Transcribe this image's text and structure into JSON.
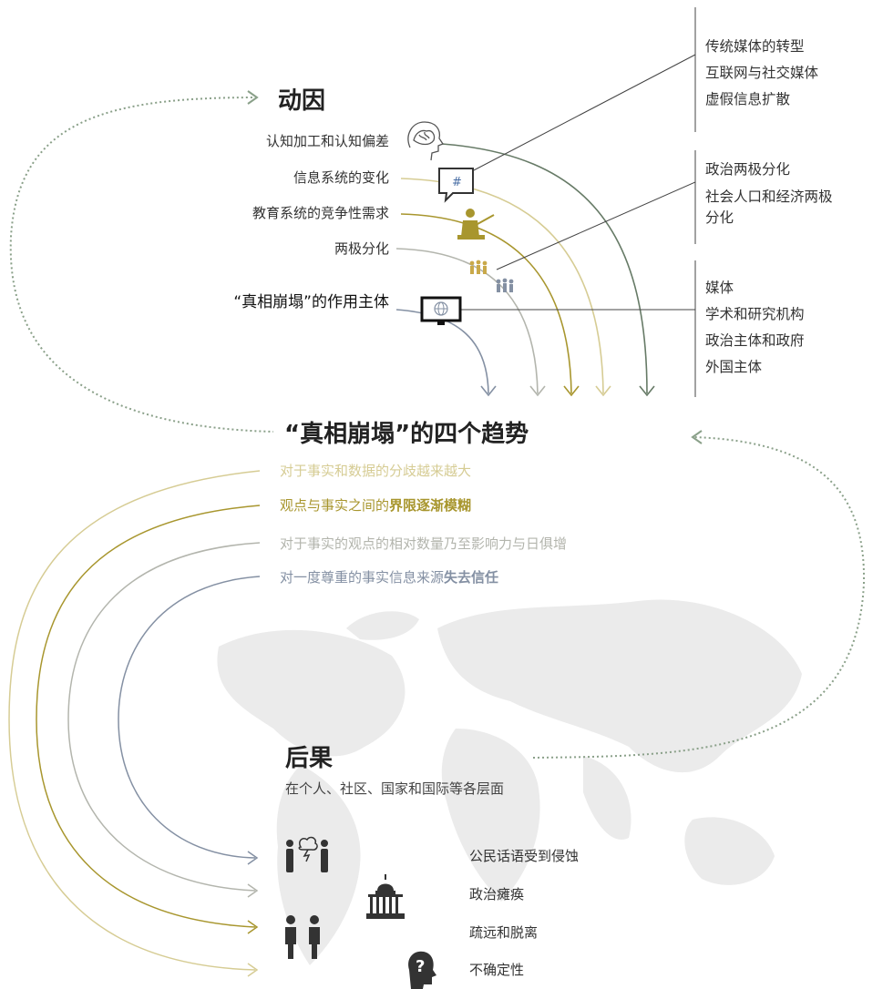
{
  "colors": {
    "dark_green": "#667a66",
    "light_gold": "#d6cc94",
    "olive": "#a8962e",
    "grey": "#b3b5ad",
    "blue_grey": "#8490a3",
    "dotted": "#8aa089",
    "map": "#ebebeb"
  },
  "drivers": {
    "title": "动因",
    "items": [
      {
        "label": "认知加工和认知偏差",
        "icon": "brain-head-icon"
      },
      {
        "label": "信息系统的变化",
        "icon": "hashtag-speech-bubble-icon"
      },
      {
        "label": "教育系统的竞争性需求",
        "icon": "teacher-icon"
      },
      {
        "label": "两极分化",
        "icon": "polarized-groups-icon"
      },
      {
        "label": "“真相崩塌”的作用主体",
        "icon": "monitor-globe-icon"
      }
    ]
  },
  "right_groups": {
    "info": [
      "传统媒体的转型",
      "互联网与社交媒体",
      "虚假信息扩散"
    ],
    "polarization": [
      "政治两极分化",
      "社会人口和经济两极",
      "分化"
    ],
    "agents": [
      "媒体",
      "学术和研究机构",
      "政治主体和政府",
      "外国主体"
    ]
  },
  "trends": {
    "title": "“真相崩塌”的四个趋势",
    "items": [
      {
        "text": "对于事实和数据的分歧越来越大",
        "bold": ""
      },
      {
        "text": "观点与事实之间的",
        "bold": "界限逐渐模糊"
      },
      {
        "text": "对于事实的观点的相对数量乃至影响力与日俱增",
        "bold": ""
      },
      {
        "text": "对一度尊重的事实信息来源",
        "bold": "失去信任"
      }
    ]
  },
  "consequences": {
    "title": "后果",
    "subtitle": "在个人、社区、国家和国际等各层面",
    "items": [
      {
        "label": "公民话语受到侵蚀",
        "icon": "arguing-people-icon"
      },
      {
        "label": "政治瘫痪",
        "icon": "capitol-building-icon"
      },
      {
        "label": "疏远和脱离",
        "icon": "separated-people-icon"
      },
      {
        "label": "不确定性",
        "icon": "question-head-icon"
      }
    ]
  }
}
